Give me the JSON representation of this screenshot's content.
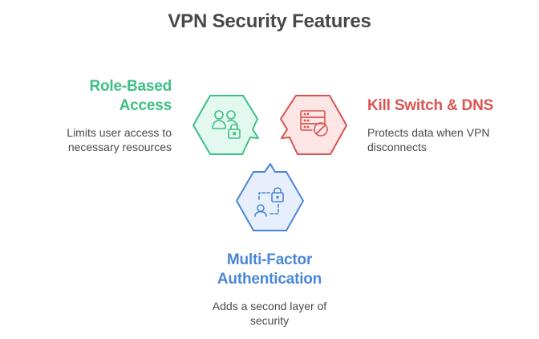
{
  "title": "VPN Security Features",
  "colors": {
    "green_stroke": "#3cbf84",
    "green_fill": "#e3f8ee",
    "green_text": "#3cbf84",
    "red_stroke": "#d9534f",
    "red_fill": "#fde6e5",
    "red_text": "#d9534f",
    "blue_stroke": "#4a86d8",
    "blue_fill": "#e6effb",
    "blue_text": "#4a86d8",
    "desc_text": "#4a4a4a",
    "title_text": "#484848"
  },
  "features": [
    {
      "id": "role-based-access",
      "title_line1": "Role-Based",
      "title_line2": "Access",
      "description_line1": "Limits user access to",
      "description_line2": "necessary resources",
      "icon": "users-lock-icon",
      "color": "green"
    },
    {
      "id": "kill-switch-dns",
      "title_line1": "Kill Switch & DNS",
      "title_line2": "",
      "description_line1": "Protects data when VPN",
      "description_line2": "disconnects",
      "icon": "server-blocked-icon",
      "color": "red"
    },
    {
      "id": "multi-factor-authentication",
      "title_line1": "Multi-Factor",
      "title_line2": "Authentication",
      "description_line1": "Adds a second layer of",
      "description_line2": "security",
      "icon": "user-lock-auth-icon",
      "color": "blue"
    }
  ]
}
